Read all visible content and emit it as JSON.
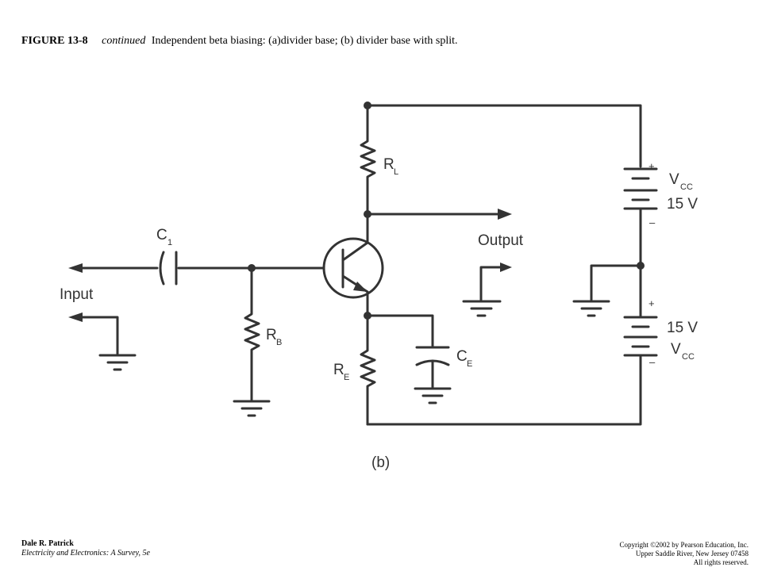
{
  "caption": {
    "figure": "FIGURE 13-8",
    "continued": "continued",
    "text": "Independent beta biasing: (a)divider base; (b) divider base with split."
  },
  "diagram": {
    "labels": {
      "c1": "C",
      "c1_sub": "1",
      "rl": "R",
      "rl_sub": "L",
      "rb": "R",
      "rb_sub": "B",
      "re": "R",
      "re_sub": "E",
      "ce": "C",
      "ce_sub": "E",
      "input": "Input",
      "output": "Output",
      "vcc_top": "V",
      "vcc_top_sub": "CC",
      "vcc_top_value": "15 V",
      "vcc_bot_value": "15 V",
      "vcc_bot": "V",
      "vcc_bot_sub": "CC",
      "plus": "+",
      "minus": "–",
      "part": "(b)"
    }
  },
  "footer": {
    "author": "Dale R. Patrick",
    "book": "Electricity and Electronics: A Survey, 5e",
    "copyright": "Copyright ©2002 by Pearson Education, Inc.",
    "address": "Upper Saddle River, New Jersey 07458",
    "rights": "All rights reserved."
  }
}
